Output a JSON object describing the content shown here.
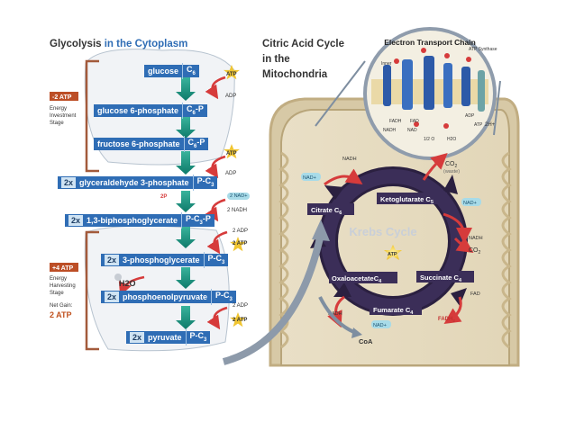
{
  "glycolysis": {
    "title_part1": "Glycolysis ",
    "title_part2": "in the Cytoplasm",
    "stage1_atp": "-2 ATP",
    "stage1_label": [
      "Energy",
      "Investment",
      "Stage"
    ],
    "stage2_atp": "+4 ATP",
    "stage2_label": [
      "Energy",
      "Harvesting",
      "Stage"
    ],
    "net_gain_label": "Net Gain:",
    "net_gain_value": "2 ATP",
    "steps": [
      {
        "mult": "",
        "name": "glucose",
        "formula": "C",
        "sub": "6",
        "tail": ""
      },
      {
        "mult": "",
        "name": "glucose 6-phosphate",
        "formula": "C",
        "sub": "6",
        "tail": "-P"
      },
      {
        "mult": "",
        "name": "fructose 6-phosphate",
        "formula": "C",
        "sub": "6",
        "tail": "-P"
      },
      {
        "mult": "2x",
        "name": "glyceraldehyde 3-phosphate",
        "formula": "P-C",
        "sub": "3",
        "tail": ""
      },
      {
        "mult": "2x",
        "name": "1,3-biphosphoglycerate",
        "formula": "P-C",
        "sub": "3",
        "tail": "-P"
      },
      {
        "mult": "2x",
        "name": "3-phosphoglycerate",
        "formula": "P-C",
        "sub": "3",
        "tail": ""
      },
      {
        "mult": "2x",
        "name": "phosphoenolpyruvate",
        "formula": "P-C",
        "sub": "3",
        "tail": ""
      },
      {
        "mult": "2x",
        "name": "pyruvate",
        "formula": "P-C",
        "sub": "3",
        "tail": ""
      }
    ],
    "side": {
      "atp": "ATP",
      "adp": "ADP",
      "two_nad": "2 NAD+",
      "two_nadh": "2 NADH",
      "two_adp": "2 ADP",
      "two_atp": "2 ATP",
      "pi": "2P",
      "h2o": "H2O"
    }
  },
  "citric": {
    "title": [
      "Citric Acid Cycle",
      "in the",
      "Mitochondria"
    ],
    "cycle_name": "Krebs Cycle",
    "nodes": {
      "citrate": "Citrate C",
      "citrate_sub": "6",
      "ketoglutarate": "Ketoglutarate C",
      "ketoglutarate_sub": "5",
      "succinate": "Succinate C",
      "succinate_sub": "4",
      "fumarate": "Fumarate C",
      "fumarate_sub": "4",
      "oxaloacetate": "OxaloacetateC",
      "oxaloacetate_sub": "4"
    },
    "labels": {
      "nadh": "NADH",
      "nad": "NAD+",
      "co2": "CO",
      "co2_sub": "2",
      "waste": "(waste)",
      "atp": "ATP",
      "fad": "FAD",
      "fadh": "FADH",
      "fadh_sub": "2",
      "coa": "CoA"
    }
  },
  "etc": {
    "title": "Electron Transport Chain",
    "labels": [
      "Inner",
      "ATP Synthase",
      "FADH",
      "FAD",
      "NADH",
      "NAD",
      "2H+",
      "1/2 O",
      "H2O",
      "ADP",
      "ATP"
    ]
  }
}
